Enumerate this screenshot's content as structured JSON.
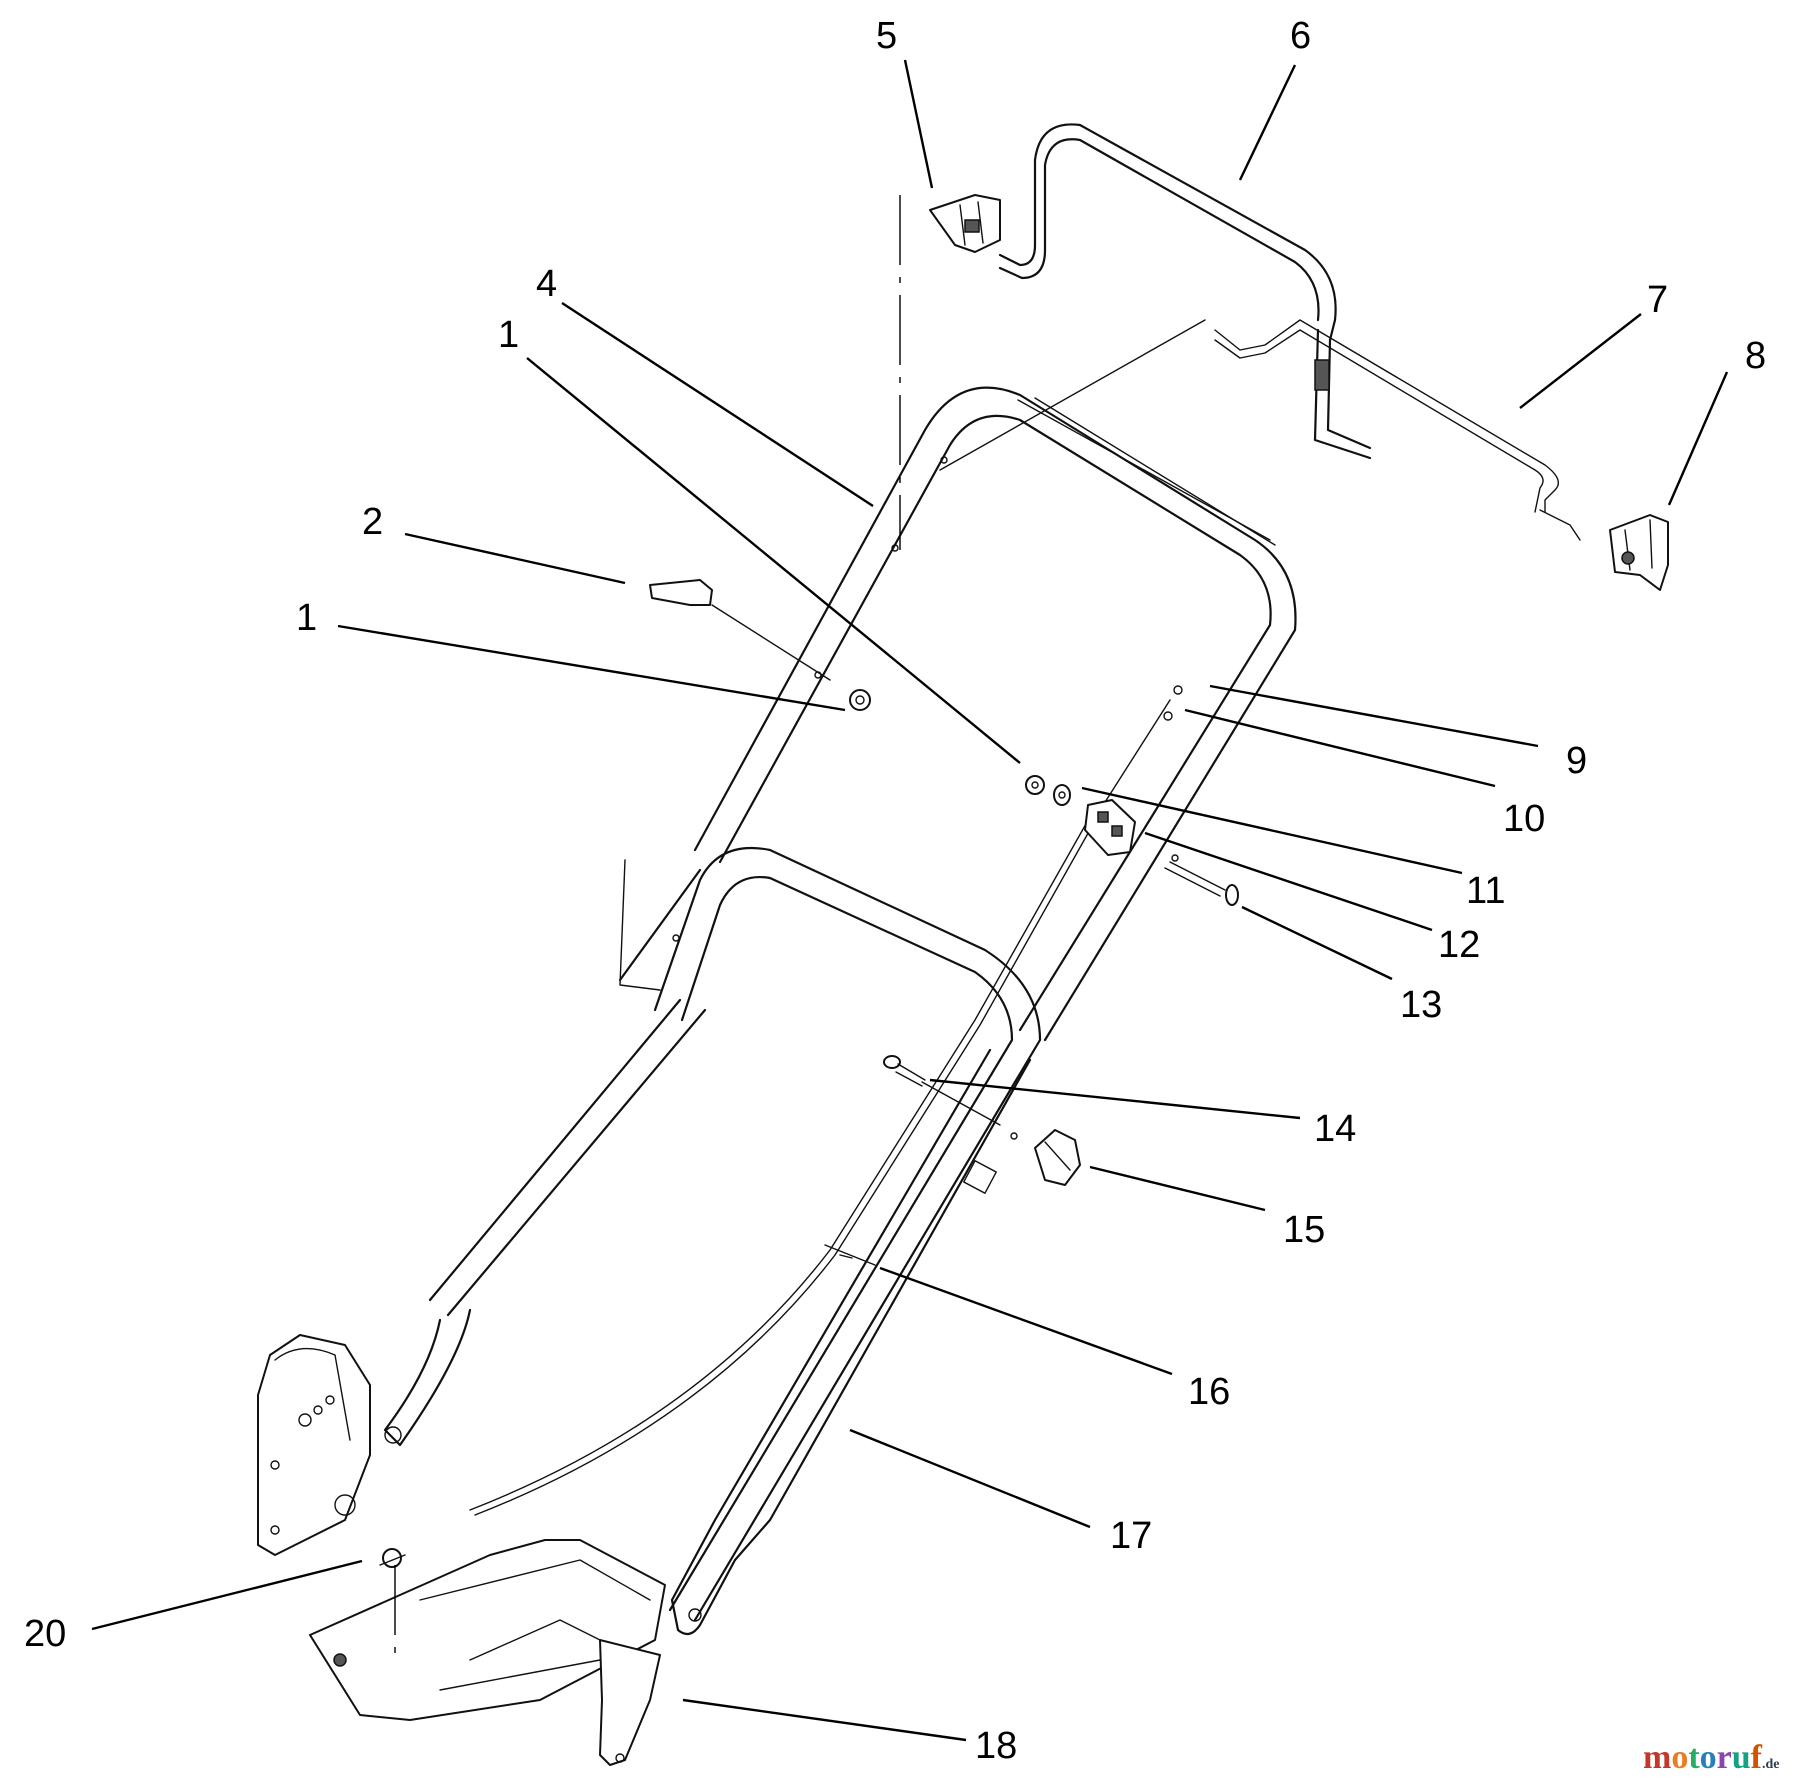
{
  "callouts": [
    {
      "id": "5",
      "label": "5"
    },
    {
      "id": "6",
      "label": "6"
    },
    {
      "id": "4",
      "label": "4"
    },
    {
      "id": "1a",
      "label": "1"
    },
    {
      "id": "7",
      "label": "7"
    },
    {
      "id": "8",
      "label": "8"
    },
    {
      "id": "2",
      "label": "2"
    },
    {
      "id": "1b",
      "label": "1"
    },
    {
      "id": "9",
      "label": "9"
    },
    {
      "id": "10",
      "label": "10"
    },
    {
      "id": "11",
      "label": "11"
    },
    {
      "id": "12",
      "label": "12"
    },
    {
      "id": "13",
      "label": "13"
    },
    {
      "id": "14",
      "label": "14"
    },
    {
      "id": "15",
      "label": "15"
    },
    {
      "id": "16",
      "label": "16"
    },
    {
      "id": "17",
      "label": "17"
    },
    {
      "id": "18",
      "label": "18"
    },
    {
      "id": "20",
      "label": "20"
    }
  ],
  "watermark": {
    "letters": [
      "m",
      "o",
      "t",
      "o",
      "r",
      "u",
      "f"
    ],
    "suffix": ".de"
  }
}
